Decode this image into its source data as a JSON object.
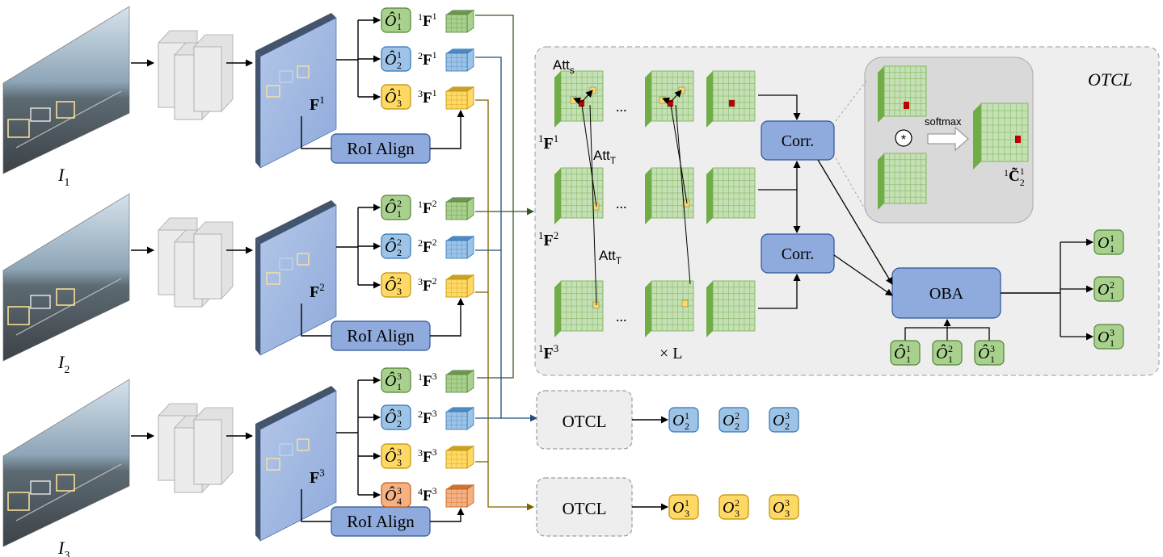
{
  "colors": {
    "green_fill": "#a9d18e",
    "green_stroke": "#548235",
    "blue_fill": "#9dc3e6",
    "blue_stroke": "#2e75b6",
    "yellow_fill": "#ffd966",
    "yellow_stroke": "#bf9000",
    "orange_fill": "#f4b183",
    "orange_stroke": "#c55a11",
    "box_fill": "#8faadc",
    "box_stroke": "#2f5597",
    "panel_fill": "#eeeeee",
    "dark_green_line": "#375623",
    "dark_blue_line": "#1f4e79",
    "olive_line": "#7f6000"
  },
  "frames": [
    {
      "image_label": "I",
      "image_sub": "1",
      "feature_label": "F",
      "feature_sup": "1",
      "roi_label": "RoI Align"
    },
    {
      "image_label": "I",
      "image_sub": "2",
      "feature_label": "F",
      "feature_sup": "2",
      "roi_label": "RoI Align"
    },
    {
      "image_label": "I",
      "image_sub": "3",
      "feature_label": "F",
      "feature_sup": "3",
      "roi_label": "RoI Align"
    }
  ],
  "detections": [
    [
      {
        "hat": "Ô",
        "sub": "1",
        "sup": "1",
        "feat_pre": "1",
        "feat": "F",
        "feat_sup": "1",
        "color": "green"
      },
      {
        "hat": "Ô",
        "sub": "2",
        "sup": "1",
        "feat_pre": "2",
        "feat": "F",
        "feat_sup": "1",
        "color": "blue"
      },
      {
        "hat": "Ô",
        "sub": "3",
        "sup": "1",
        "feat_pre": "3",
        "feat": "F",
        "feat_sup": "1",
        "color": "yellow"
      }
    ],
    [
      {
        "hat": "Ô",
        "sub": "1",
        "sup": "2",
        "feat_pre": "1",
        "feat": "F",
        "feat_sup": "2",
        "color": "green"
      },
      {
        "hat": "Ô",
        "sub": "2",
        "sup": "2",
        "feat_pre": "2",
        "feat": "F",
        "feat_sup": "2",
        "color": "blue"
      },
      {
        "hat": "Ô",
        "sub": "3",
        "sup": "2",
        "feat_pre": "3",
        "feat": "F",
        "feat_sup": "2",
        "color": "yellow"
      }
    ],
    [
      {
        "hat": "Ô",
        "sub": "1",
        "sup": "3",
        "feat_pre": "1",
        "feat": "F",
        "feat_sup": "3",
        "color": "green"
      },
      {
        "hat": "Ô",
        "sub": "2",
        "sup": "3",
        "feat_pre": "2",
        "feat": "F",
        "feat_sup": "3",
        "color": "blue"
      },
      {
        "hat": "Ô",
        "sub": "3",
        "sup": "3",
        "feat_pre": "3",
        "feat": "F",
        "feat_sup": "3",
        "color": "yellow"
      },
      {
        "hat": "Ô",
        "sub": "4",
        "sup": "3",
        "feat_pre": "4",
        "feat": "F",
        "feat_sup": "3",
        "color": "orange"
      }
    ]
  ],
  "otcl_panel": {
    "title": "OTCL",
    "att_s": "Att",
    "att_s_sub": "s",
    "att_t": "Att",
    "att_t_sub": "T",
    "ellipsis": "...",
    "times_l": "× L",
    "row_labels": [
      {
        "pre": "1",
        "main": "F",
        "sup": "1"
      },
      {
        "pre": "1",
        "main": "F",
        "sup": "2"
      },
      {
        "pre": "1",
        "main": "F",
        "sup": "3"
      }
    ],
    "corr_label": "Corr.",
    "oba_label": "OBA",
    "softmax_label": "softmax",
    "conv_symbol": "*",
    "c_label": {
      "pre": "1",
      "main": "C̃",
      "sub": "2",
      "sup": "1"
    },
    "oba_inputs": [
      {
        "hat": "Ô",
        "sub": "1",
        "sup": "1"
      },
      {
        "hat": "Ô",
        "sub": "1",
        "sup": "2"
      },
      {
        "hat": "Ô",
        "sub": "1",
        "sup": "3"
      }
    ],
    "outputs": [
      {
        "main": "O",
        "sub": "1",
        "sup": "1"
      },
      {
        "main": "O",
        "sub": "1",
        "sup": "2"
      },
      {
        "main": "O",
        "sub": "1",
        "sup": "3"
      }
    ]
  },
  "otcl_blocks": [
    {
      "label": "OTCL",
      "color": "blue",
      "outputs": [
        {
          "main": "O",
          "sub": "2",
          "sup": "1"
        },
        {
          "main": "O",
          "sub": "2",
          "sup": "2"
        },
        {
          "main": "O",
          "sub": "2",
          "sup": "3"
        }
      ]
    },
    {
      "label": "OTCL",
      "color": "yellow",
      "outputs": [
        {
          "main": "O",
          "sub": "3",
          "sup": "1"
        },
        {
          "main": "O",
          "sub": "3",
          "sup": "2"
        },
        {
          "main": "O",
          "sub": "3",
          "sup": "3"
        }
      ]
    }
  ]
}
